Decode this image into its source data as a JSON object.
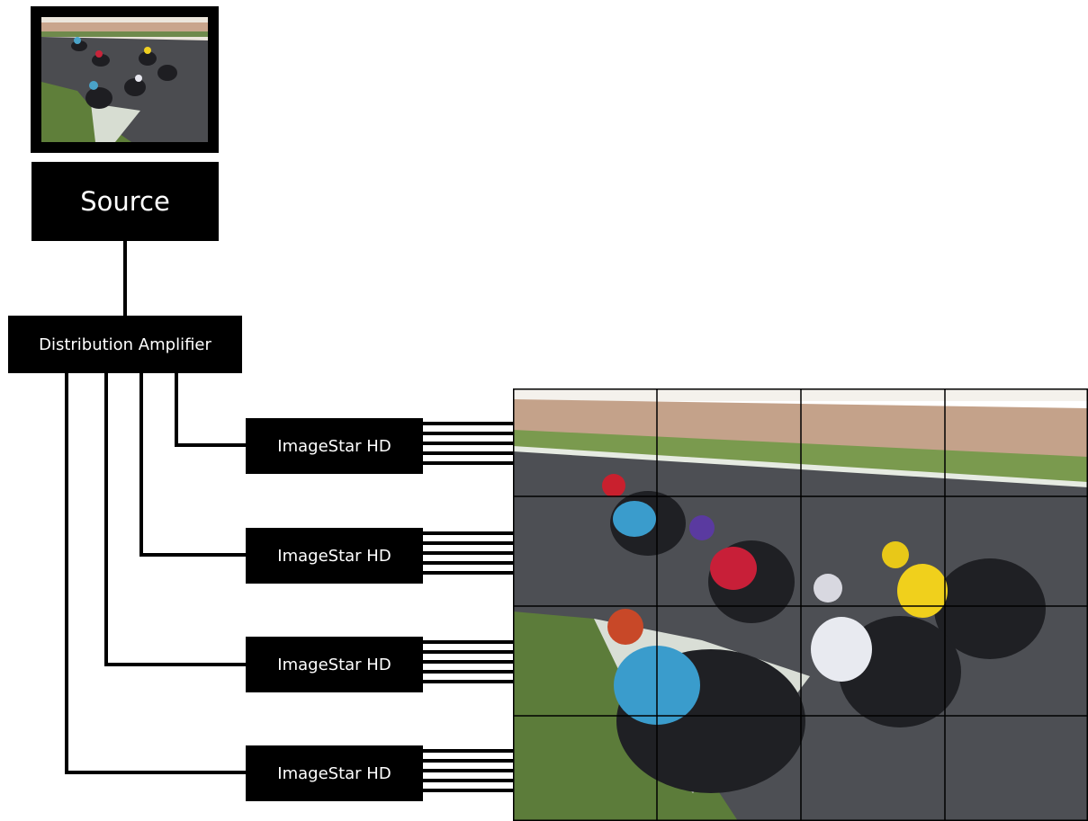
{
  "source": {
    "label": "Source"
  },
  "distribution_amplifier": {
    "label": "Distribution Amplifier"
  },
  "processors": [
    {
      "label": "ImageStar HD"
    },
    {
      "label": "ImageStar HD"
    },
    {
      "label": "ImageStar HD"
    },
    {
      "label": "ImageStar HD"
    }
  ],
  "video_wall": {
    "rows": 4,
    "columns": 4,
    "image": "motorcycle-race-image"
  },
  "source_monitor": {
    "image": "motorcycle-race-thumbnail"
  }
}
